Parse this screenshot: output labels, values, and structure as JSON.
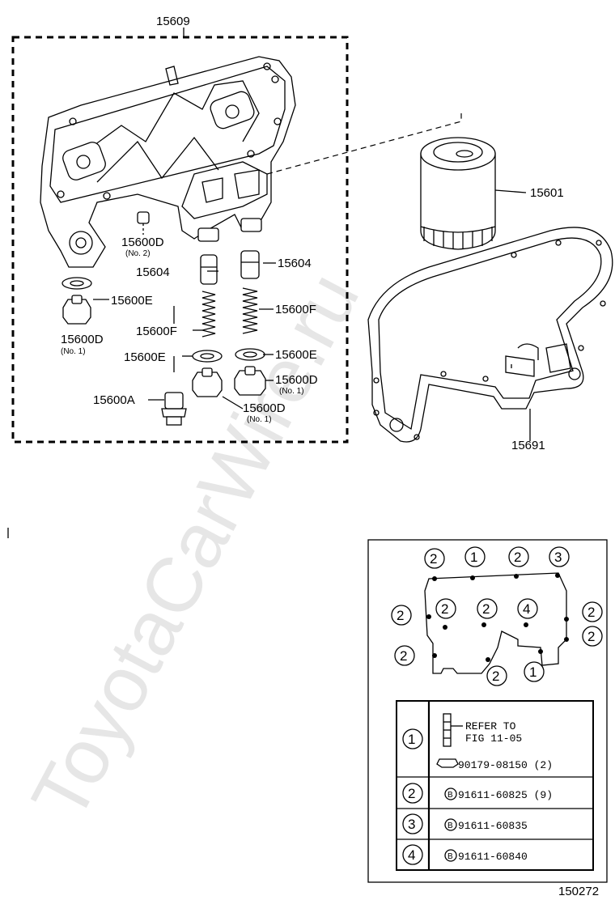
{
  "watermark": "ToyotaCarWire.ru",
  "diagram_id": "150272",
  "labels": {
    "l15609": "15609",
    "l15601": "15601",
    "l15691": "15691",
    "l15604a": "15604",
    "l15604b": "15604",
    "l15600e_a": "15600E",
    "l15600e_b": "15600E",
    "l15600e_c": "15600E",
    "l15600f_a": "15600F",
    "l15600f_b": "15600F",
    "l15600d_no2": "15600D",
    "l15600d_no1_a": "15600D",
    "l15600d_no1_b": "15600D",
    "l15600d_no1_c": "15600D",
    "l15600a": "15600A",
    "no1": "(No. 1)",
    "no2": "(No. 2)"
  },
  "bolt_map": {
    "callouts": [
      "2",
      "1",
      "2",
      "3",
      "2",
      "2",
      "4",
      "2",
      "2",
      "2",
      "2",
      "2",
      "1"
    ]
  },
  "legend": {
    "rows": [
      {
        "key": "1",
        "lines": [
          "REFER TO",
          "FIG 11-05"
        ],
        "part": "90179-08150 (2)"
      },
      {
        "key": "2",
        "part": "91611-60825 (9)",
        "prefix": "B"
      },
      {
        "key": "3",
        "part": "91611-60835",
        "prefix": "B"
      },
      {
        "key": "4",
        "part": "91611-60840",
        "prefix": "B"
      }
    ]
  }
}
